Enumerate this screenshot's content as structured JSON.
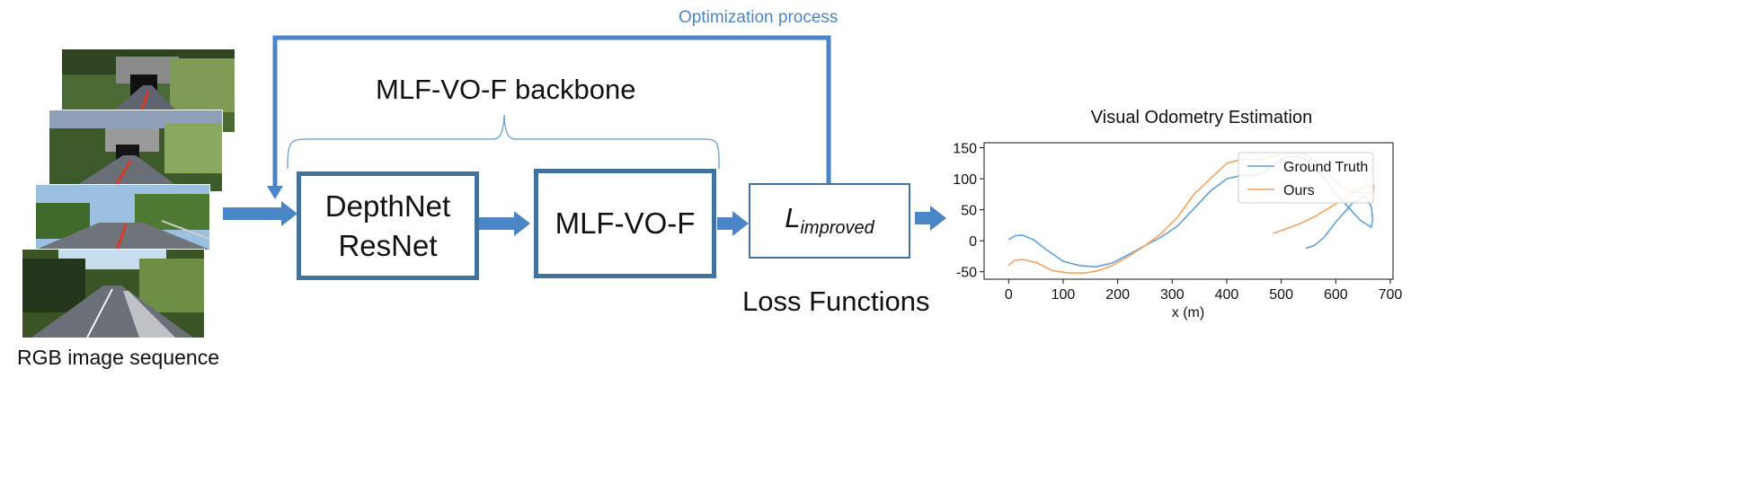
{
  "input": {
    "caption": "RGB image sequence"
  },
  "feedback": {
    "label": "Optimization process"
  },
  "backbone": {
    "label": "MLF-VO-F backbone"
  },
  "blocks": {
    "depthnet_line1": "DepthNet",
    "depthnet_line2": "ResNet",
    "mlf": "MLF-VO-F",
    "loss_base": "L",
    "loss_sub": "improved"
  },
  "loss_caption": "Loss Functions",
  "colors": {
    "arrow": "#4a86c7",
    "box_border": "#41719c",
    "gt": "#5fa1d8",
    "ours": "#f5a25c"
  },
  "chart_data": {
    "type": "line",
    "title": "Visual Odometry Estimation",
    "xlabel": "x (m)",
    "ylabel": "",
    "xlim": [
      -45,
      705
    ],
    "ylim": [
      -62,
      158
    ],
    "xticks": [
      0,
      100,
      200,
      300,
      400,
      500,
      600,
      700
    ],
    "yticks": [
      -50,
      0,
      50,
      100,
      150
    ],
    "grid": false,
    "legend_position": "top-right",
    "series": [
      {
        "name": "Ground Truth",
        "color": "#5fa1d8",
        "points": [
          [
            0,
            2
          ],
          [
            12,
            8
          ],
          [
            25,
            9
          ],
          [
            45,
            2
          ],
          [
            70,
            -15
          ],
          [
            100,
            -33
          ],
          [
            130,
            -40
          ],
          [
            160,
            -42
          ],
          [
            190,
            -36
          ],
          [
            220,
            -22
          ],
          [
            250,
            -8
          ],
          [
            280,
            6
          ],
          [
            310,
            24
          ],
          [
            340,
            52
          ],
          [
            370,
            80
          ],
          [
            400,
            100
          ],
          [
            430,
            106
          ],
          [
            450,
            104
          ],
          [
            470,
            110
          ],
          [
            490,
            125
          ],
          [
            510,
            135
          ],
          [
            530,
            136
          ],
          [
            548,
            130
          ],
          [
            560,
            118
          ],
          [
            578,
            102
          ],
          [
            598,
            78
          ],
          [
            622,
            55
          ],
          [
            645,
            33
          ],
          [
            665,
            22
          ],
          [
            668,
            35
          ],
          [
            665,
            55
          ],
          [
            655,
            72
          ],
          [
            630,
            60
          ],
          [
            600,
            30
          ],
          [
            578,
            5
          ],
          [
            560,
            -8
          ],
          [
            545,
            -12
          ]
        ]
      },
      {
        "name": "Ours",
        "color": "#f5a25c",
        "points": [
          [
            0,
            -40
          ],
          [
            10,
            -32
          ],
          [
            25,
            -30
          ],
          [
            50,
            -35
          ],
          [
            80,
            -48
          ],
          [
            110,
            -52
          ],
          [
            140,
            -52
          ],
          [
            165,
            -48
          ],
          [
            190,
            -40
          ],
          [
            220,
            -25
          ],
          [
            250,
            -8
          ],
          [
            280,
            12
          ],
          [
            310,
            38
          ],
          [
            340,
            75
          ],
          [
            370,
            100
          ],
          [
            400,
            125
          ],
          [
            430,
            132
          ],
          [
            455,
            130
          ],
          [
            470,
            133
          ],
          [
            490,
            138
          ],
          [
            510,
            140
          ],
          [
            530,
            142
          ],
          [
            548,
            138
          ],
          [
            562,
            128
          ],
          [
            580,
            112
          ],
          [
            600,
            95
          ],
          [
            625,
            80
          ],
          [
            648,
            76
          ],
          [
            668,
            78
          ],
          [
            670,
            88
          ],
          [
            660,
            90
          ],
          [
            640,
            82
          ],
          [
            615,
            68
          ],
          [
            590,
            54
          ],
          [
            560,
            38
          ],
          [
            530,
            26
          ],
          [
            505,
            18
          ],
          [
            485,
            12
          ]
        ]
      }
    ]
  }
}
